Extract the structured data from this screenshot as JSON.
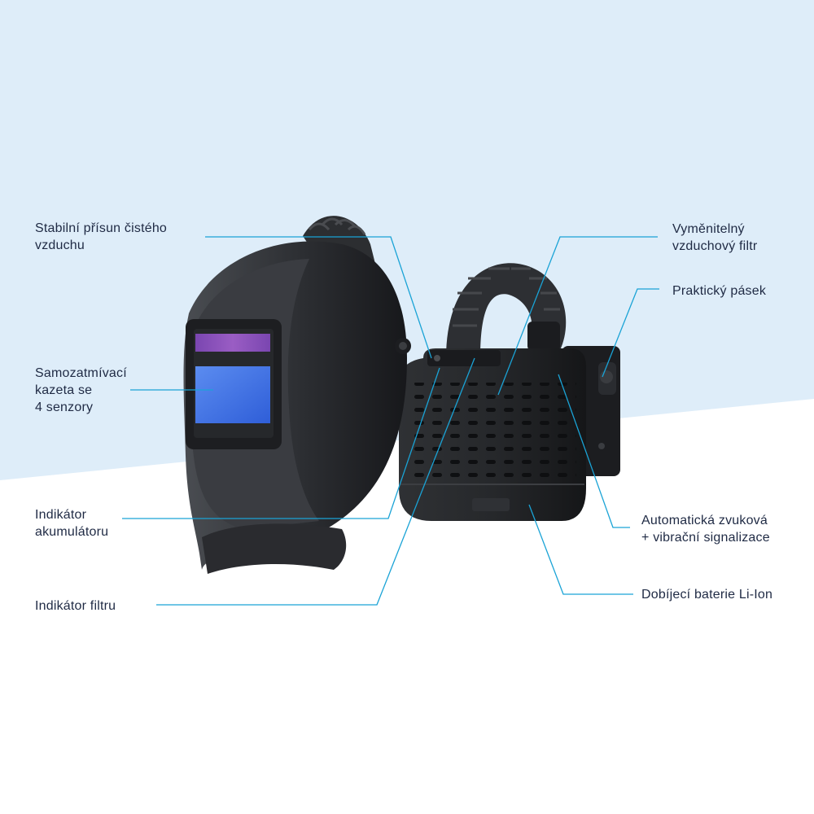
{
  "colors": {
    "bg_top": "#deedf9",
    "bg_bottom": "#ffffff",
    "leader": "#1aa3d6",
    "label_text": "#1f2a44",
    "visor_blue": "#3d73e6",
    "gradient_strip": "#8a4fb8"
  },
  "callouts": {
    "left": [
      {
        "id": "air",
        "text": "Stabilní přísun čistého\nvzduchu"
      },
      {
        "id": "cassette",
        "text": "Samozatmívací\nkazeta se\n4 senzory"
      },
      {
        "id": "battery_indicator",
        "text": "Indikátor\nakumulátoru"
      },
      {
        "id": "filter_indicator",
        "text": "Indikátor filtru"
      }
    ],
    "right": [
      {
        "id": "filter",
        "text": "Vyměnitelný\nvzduchový filtr"
      },
      {
        "id": "belt",
        "text": "Praktický pásek"
      },
      {
        "id": "alarm",
        "text": "Automatická zvuková\n+ vibrační signalizace"
      },
      {
        "id": "li_ion",
        "text": "Dobíjecí baterie Li-Ion"
      }
    ]
  }
}
